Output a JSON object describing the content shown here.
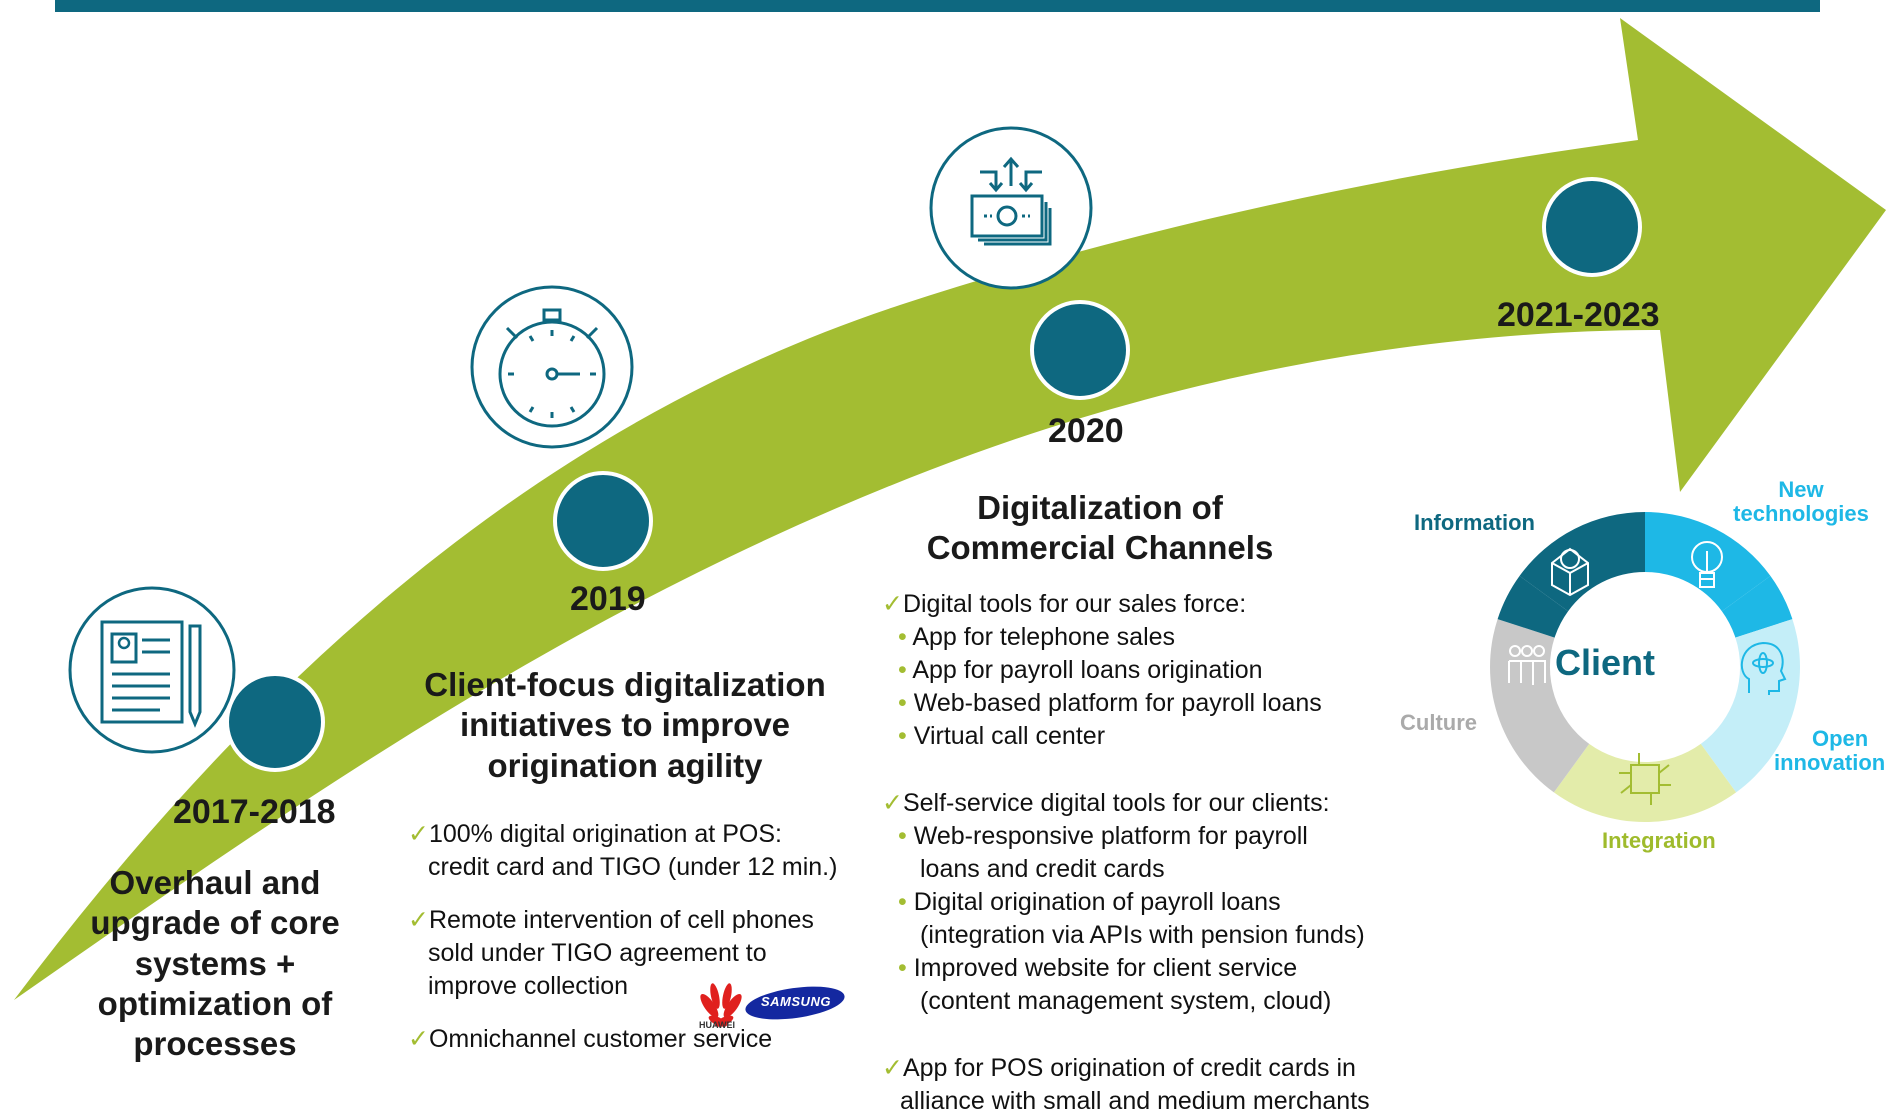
{
  "milestones": [
    {
      "year": "2017-2018",
      "icon": "document-pencil-icon",
      "heading": [
        "Overhaul and",
        "upgrade of core",
        "systems +",
        "optimization of",
        "processes"
      ],
      "items": []
    },
    {
      "year": "2019",
      "icon": "stopwatch-icon",
      "heading": [
        "Client-focus digitalization",
        "initiatives to improve",
        "origination agility"
      ],
      "items": [
        {
          "check": "✓",
          "lines": [
            "100% digital origination at POS:",
            "credit card and TIGO (under 12 min.)"
          ]
        },
        {
          "check": "✓",
          "lines": [
            "Remote intervention of cell phones",
            "sold under TIGO agreement to",
            "improve collection"
          ]
        },
        {
          "check": "✓",
          "lines": [
            "Omnichannel customer service"
          ]
        }
      ],
      "logos": {
        "huawei": "HUAWEI",
        "samsung": "SAMSUNG"
      }
    },
    {
      "year": "2020",
      "icon": "money-transfer-icon",
      "heading": [
        "Digitalization of",
        "Commercial Channels"
      ],
      "groups": [
        {
          "check": "✓",
          "title": "Digital tools for our sales force:",
          "bullets": [
            [
              "App for telephone sales"
            ],
            [
              "App for payroll loans origination"
            ],
            [
              "Web-based platform for payroll loans"
            ],
            [
              "Virtual call center"
            ]
          ]
        },
        {
          "check": "✓",
          "title": "Self-service digital tools for our clients:",
          "bullets": [
            [
              "Web-responsive platform for payroll",
              "loans and credit cards"
            ],
            [
              "Digital origination of payroll loans",
              "(integration via APIs with pension funds)"
            ],
            [
              "Improved website for client service",
              "(content management system, cloud)"
            ]
          ]
        },
        {
          "check": "✓",
          "title": "App for POS origination of credit cards in",
          "continuation": "alliance with small and medium merchants",
          "bullets": []
        }
      ]
    },
    {
      "year": "2021-2023",
      "icon": "none",
      "heading": [],
      "items": []
    }
  ],
  "bullet_char": "•",
  "wheel": {
    "center_label": "Client",
    "segments": [
      {
        "label": "Information",
        "color": "#0e6880",
        "icon": "brain-box-icon"
      },
      {
        "label": "New technologies",
        "label_lines": [
          "New",
          "technologies"
        ],
        "color": "#1eb8e6",
        "icon": "lightbulb-icon"
      },
      {
        "label": "Open innovation",
        "label_lines": [
          "Open",
          "innovation"
        ],
        "color": "#c4eef8",
        "icon": "head-atom-icon"
      },
      {
        "label": "Integration",
        "color": "#e3ecaa",
        "icon": "joined-hands-icon"
      },
      {
        "label": "Culture",
        "color": "#c8c8c8",
        "icon": "people-group-icon"
      }
    ]
  },
  "colors": {
    "accent_teal": "#0e6880",
    "arrow_green": "#a3bd32",
    "label_green": "#9fbb2c",
    "label_gray": "#aaaaaa",
    "label_blue": "#1eb8e6"
  }
}
